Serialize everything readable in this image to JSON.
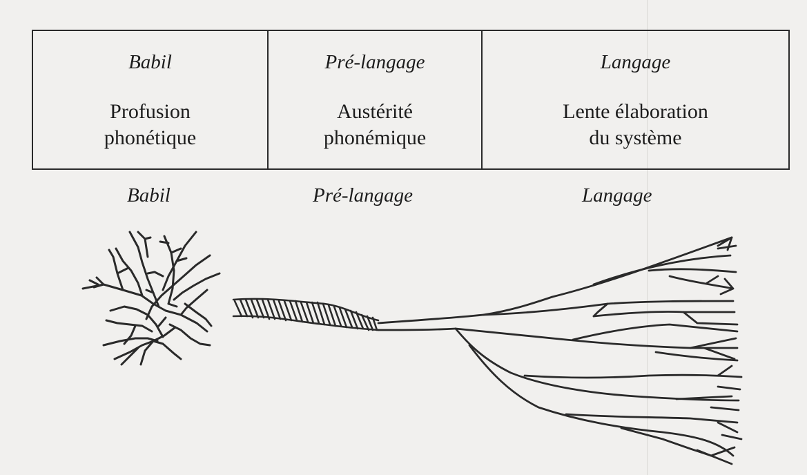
{
  "stages": [
    {
      "title": "Babil",
      "desc_lines": [
        "Profusion",
        "phonétique"
      ]
    },
    {
      "title": "Pré-langage",
      "desc_lines": [
        "Austérité",
        "phonémique"
      ]
    },
    {
      "title": "Langage",
      "desc_lines": [
        "Lente élaboration",
        "du système"
      ]
    }
  ],
  "figure_labels": [
    "Babil",
    "Pré-langage",
    "Langage"
  ],
  "colors": {
    "ink": "#2a2a2a",
    "paper": "#f1f0ee"
  }
}
